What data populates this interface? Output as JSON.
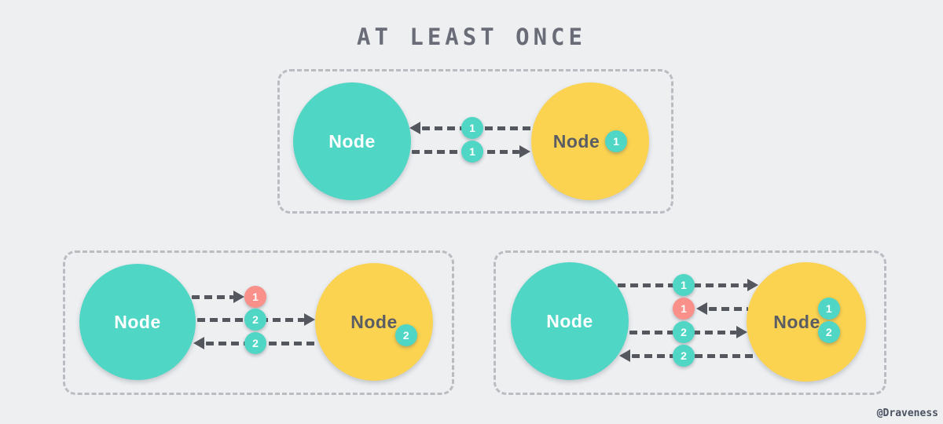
{
  "title": "AT LEAST ONCE",
  "watermark": "@Draveness",
  "colors": {
    "background": "#edeff1",
    "teal": "#4fd6c5",
    "yellow": "#fbd351",
    "pink": "#f9908a",
    "arrow": "#55575f",
    "panel_border": "#b9bdc2",
    "title_text": "#6a6d78",
    "node_text_on_yellow": "#5b5d64"
  },
  "panels": [
    {
      "name": "first-exchange",
      "sender": {
        "label": "Node"
      },
      "receiver": {
        "label": "Node",
        "received": [
          "1"
        ]
      },
      "messages": [
        {
          "label": "1",
          "direction": "left",
          "status": "delivered",
          "color": "teal"
        },
        {
          "label": "1",
          "direction": "right",
          "status": "delivered",
          "color": "teal"
        }
      ]
    },
    {
      "name": "message-lost",
      "sender": {
        "label": "Node"
      },
      "receiver": {
        "label": "Node",
        "received": [
          "2"
        ]
      },
      "messages": [
        {
          "label": "1",
          "direction": "right",
          "status": "lost",
          "color": "pink"
        },
        {
          "label": "2",
          "direction": "right",
          "status": "delivered",
          "color": "teal"
        },
        {
          "label": "2",
          "direction": "left",
          "status": "delivered",
          "color": "teal"
        }
      ]
    },
    {
      "name": "ack-lost",
      "sender": {
        "label": "Node"
      },
      "receiver": {
        "label": "Node",
        "received": [
          "1",
          "2"
        ]
      },
      "messages": [
        {
          "label": "1",
          "direction": "right",
          "status": "delivered",
          "color": "teal"
        },
        {
          "label": "1",
          "direction": "left",
          "status": "lost",
          "color": "pink"
        },
        {
          "label": "2",
          "direction": "right",
          "status": "delivered",
          "color": "teal"
        },
        {
          "label": "2",
          "direction": "left",
          "status": "delivered",
          "color": "teal"
        }
      ]
    }
  ]
}
